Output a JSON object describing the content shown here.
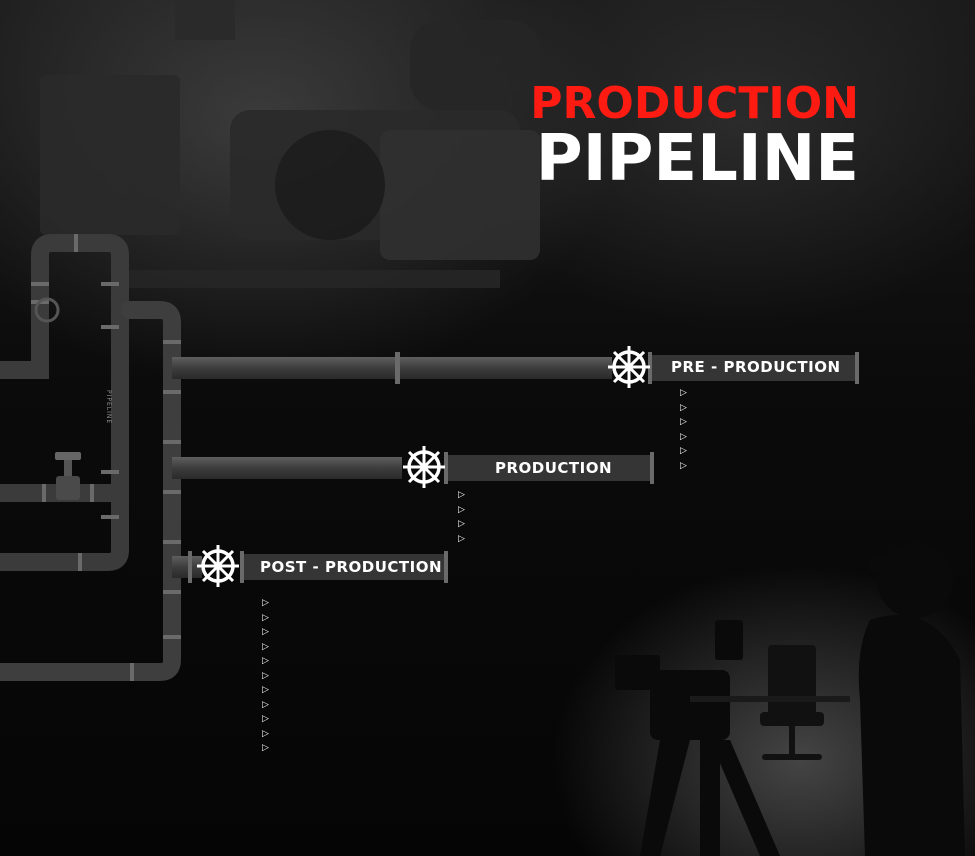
{
  "title": {
    "line1": "PRODUCTION",
    "line2": "PIPELINE"
  },
  "stages": [
    {
      "label": "PRE - PRODUCTION",
      "arrow_count": 6
    },
    {
      "label": "PRODUCTION",
      "arrow_count": 4
    },
    {
      "label": "POST - PRODUCTION",
      "arrow_count": 11
    }
  ],
  "arrow_glyph": "▷",
  "pipe_text": "PIPELINE",
  "colors": {
    "accent": "#ff1b12",
    "text": "#ffffff",
    "pipe": "#4a4a4a",
    "background": "#050505"
  },
  "icons": [
    "ship-wheel-icon",
    "valve-icon",
    "arrow-right-icon"
  ]
}
